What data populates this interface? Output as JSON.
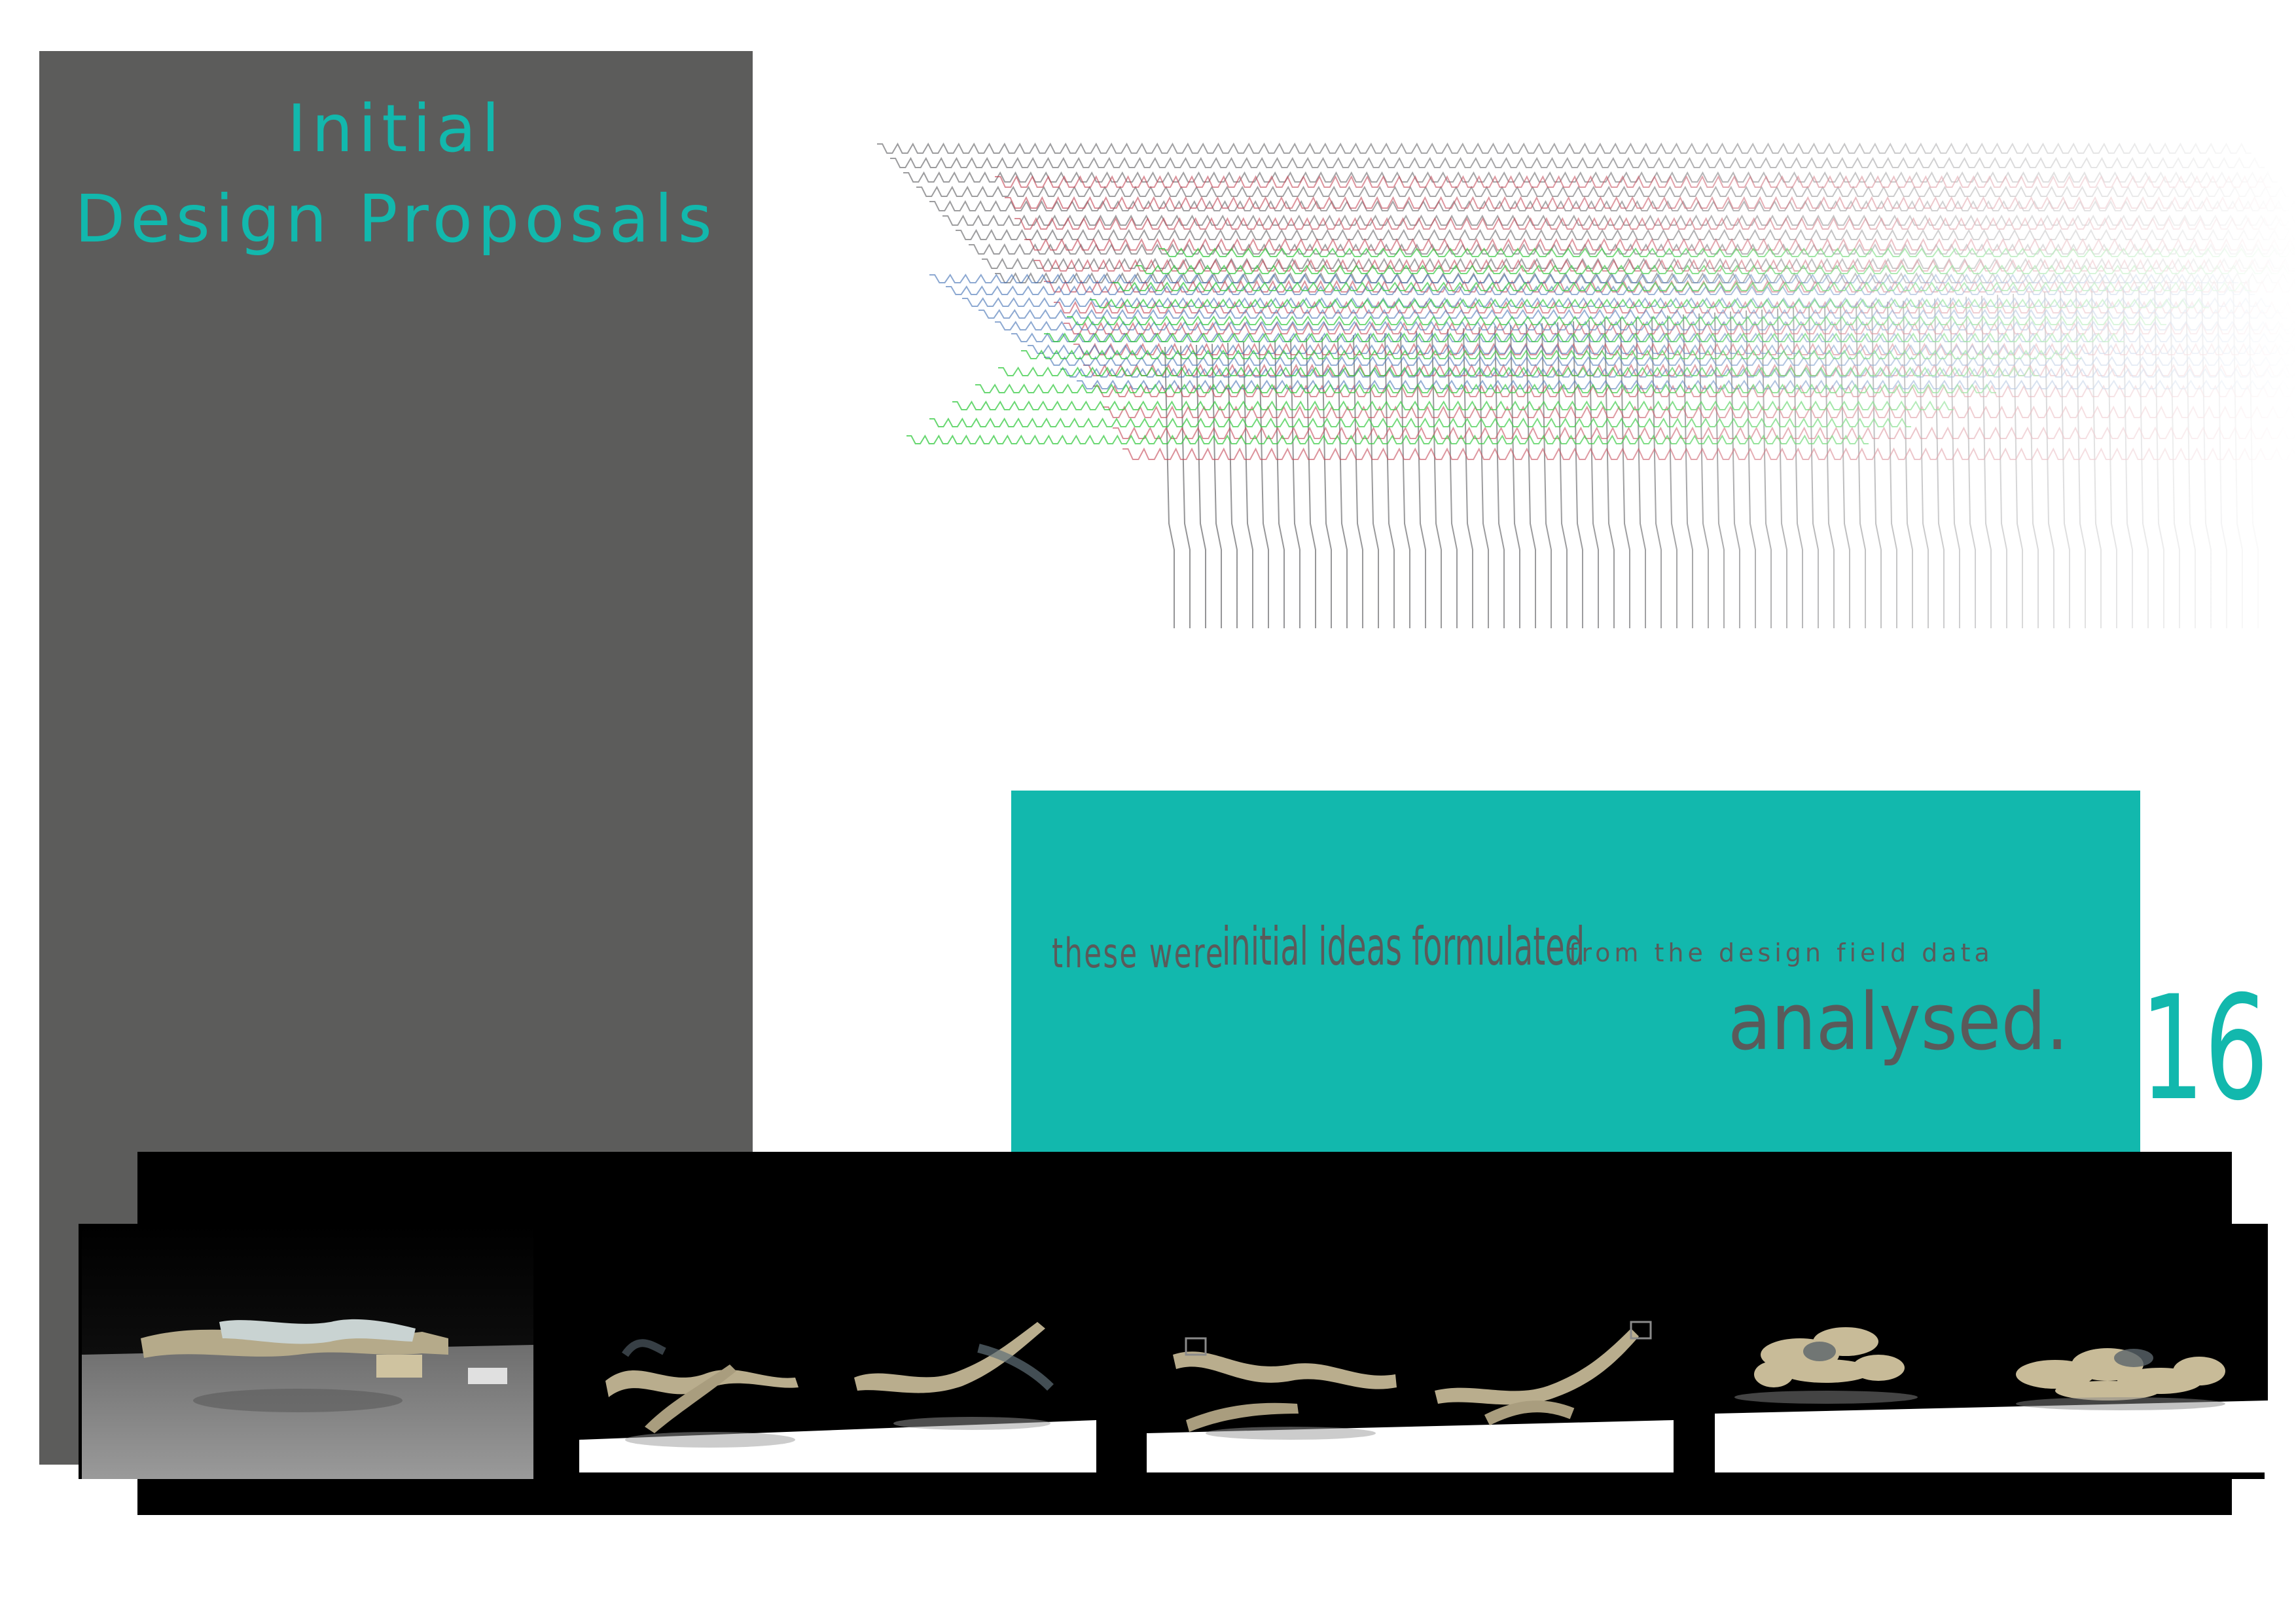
{
  "sheet": {
    "title_line_1": "Initial",
    "title_line_2": "Design Proposals",
    "page_number": "16"
  },
  "caption": {
    "part_1": "these were",
    "part_2": "initial ideas formulated",
    "part_3": "from the design field data",
    "part_4": "analysed."
  },
  "colors": {
    "panel_grey": "#5c5c5b",
    "accent_teal": "#12b8ad",
    "caption_text": "#5a5a5a",
    "diagram_green": "#22c52f",
    "diagram_blue": "#3a6ab0",
    "diagram_red": "#c0394a",
    "diagram_grey": "#6f6f72"
  },
  "renders": [
    {
      "icon": "model-render-1"
    },
    {
      "icon": "model-render-2"
    },
    {
      "icon": "model-render-3"
    },
    {
      "icon": "model-render-4"
    }
  ]
}
